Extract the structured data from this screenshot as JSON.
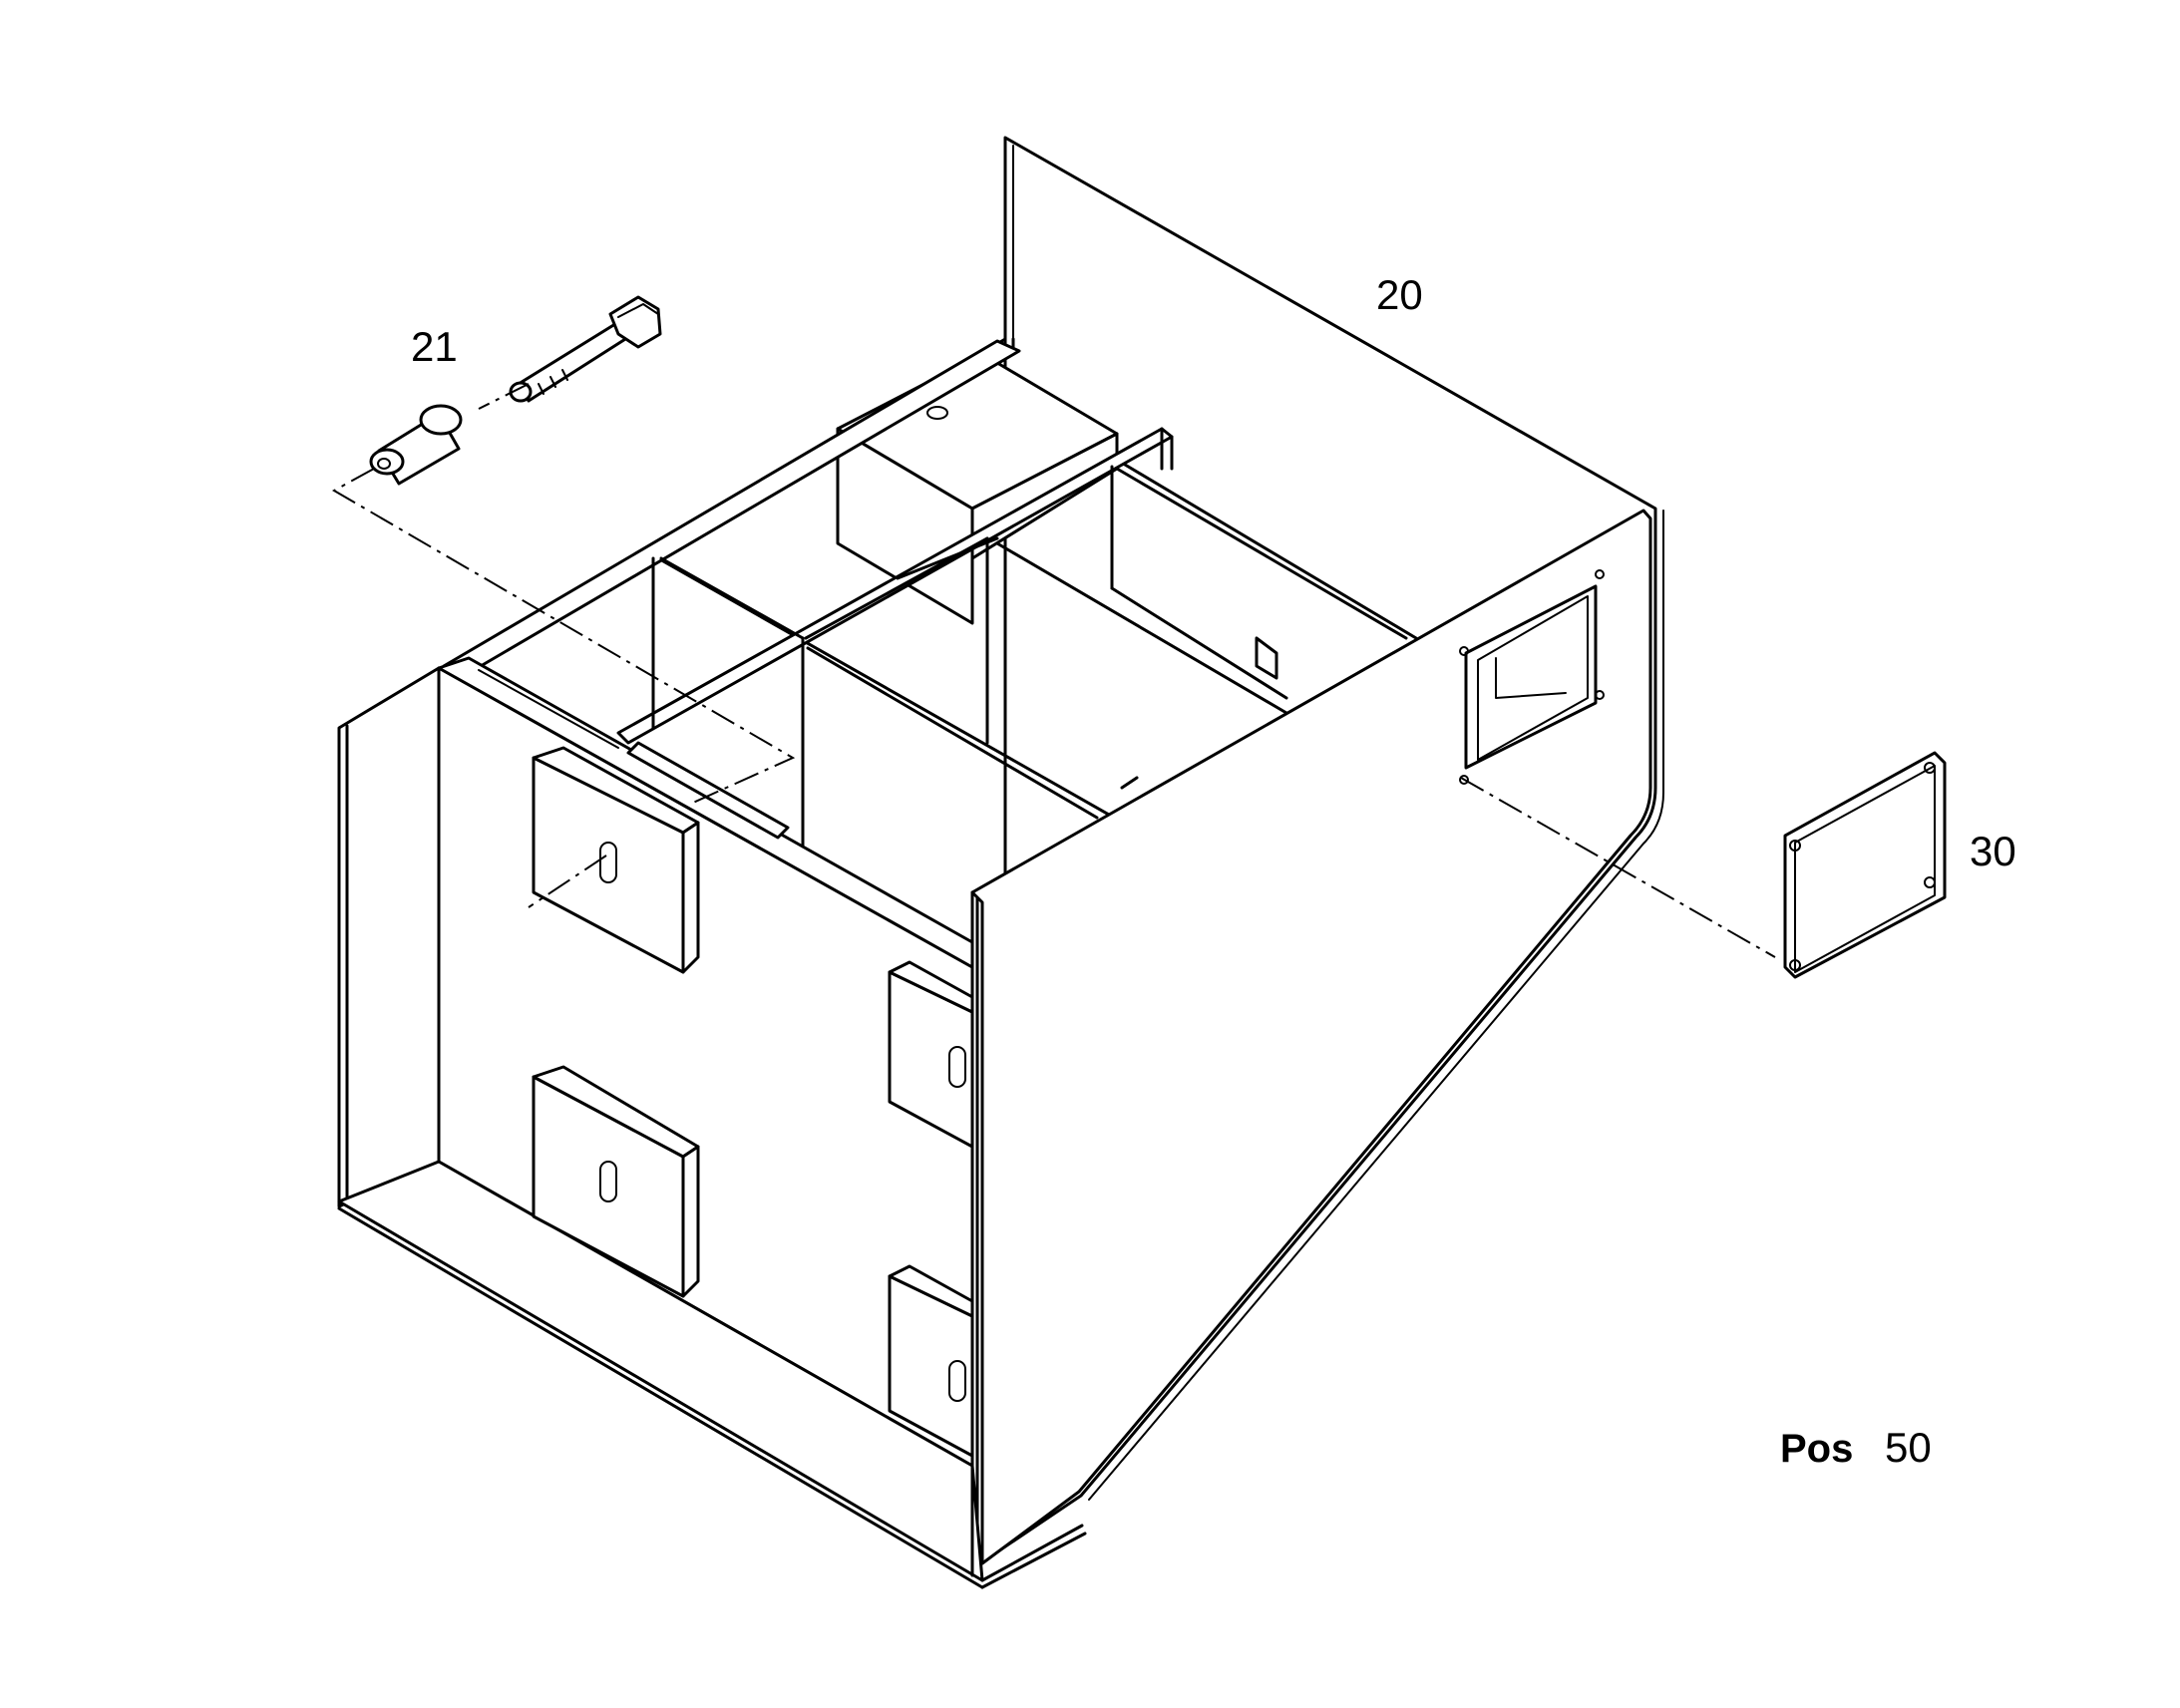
{
  "callouts": {
    "housing": "20",
    "bolt_spacer": "21",
    "cover_plate": "30"
  },
  "position": {
    "label": "Pos",
    "value": "50"
  },
  "colors": {
    "line": "#000000",
    "background": "#ffffff"
  }
}
